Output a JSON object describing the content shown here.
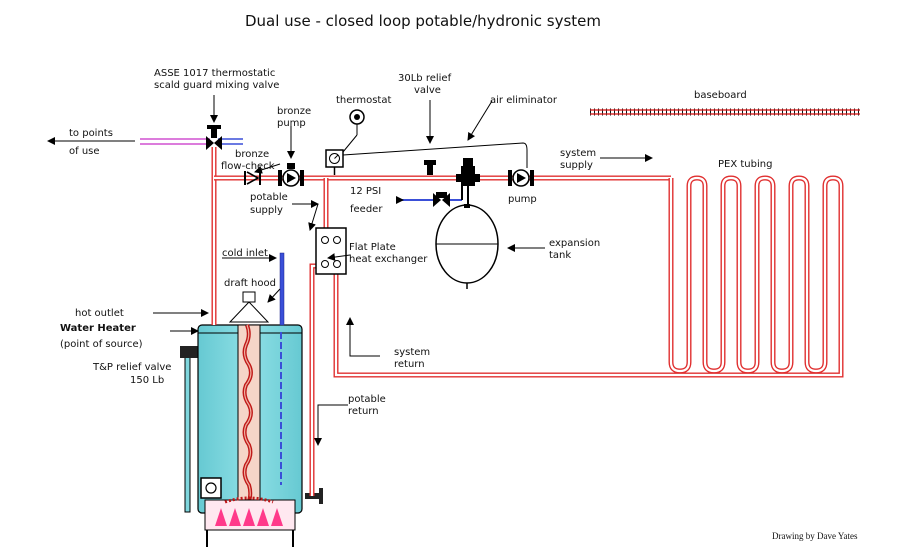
{
  "title": "Dual use - closed loop potable/hydronic system",
  "credit": "Drawing by Dave Yates",
  "colors": {
    "pipe": "#e03030",
    "tank": "#7fd6dd",
    "cold_inlet": "#3a4fd8",
    "mixing_pipe": "#d050d0",
    "burner": "#ff3a8a"
  },
  "labels": {
    "mixing_valve_1": "ASSE 1017 thermostatic",
    "mixing_valve_2": "scald guard mixing valve",
    "points_of_use_1": "to points",
    "points_of_use_2": "of use",
    "bronze_pump_1": "bronze",
    "bronze_pump_2": "pump",
    "thermostat": "thermostat",
    "relief_1": "30Lb relief",
    "relief_2": "valve",
    "air_eliminator": "air eliminator",
    "baseboard": "baseboard",
    "flow_check_1": "bronze",
    "flow_check_2": "flow-check",
    "system_supply_1": "system",
    "system_supply_2": "supply",
    "pex": "PEX tubing",
    "potable_supply_1": "potable",
    "potable_supply_2": "supply",
    "feeder_1": "12 PSI",
    "feeder_2": "feeder",
    "pump": "pump",
    "heat_exchanger_1": "Flat Plate",
    "heat_exchanger_2": "heat exchanger",
    "expansion_1": "expansion",
    "expansion_2": "tank",
    "cold_inlet": "cold inlet",
    "draft_hood": "draft hood",
    "hot_outlet": "hot outlet",
    "water_heater": "Water Heater",
    "point_of_source": "(point of source)",
    "tp_relief_1": "T&P relief valve",
    "tp_relief_2": "150 Lb",
    "system_return_1": "system",
    "system_return_2": "return",
    "potable_return_1": "potable",
    "potable_return_2": "return"
  }
}
